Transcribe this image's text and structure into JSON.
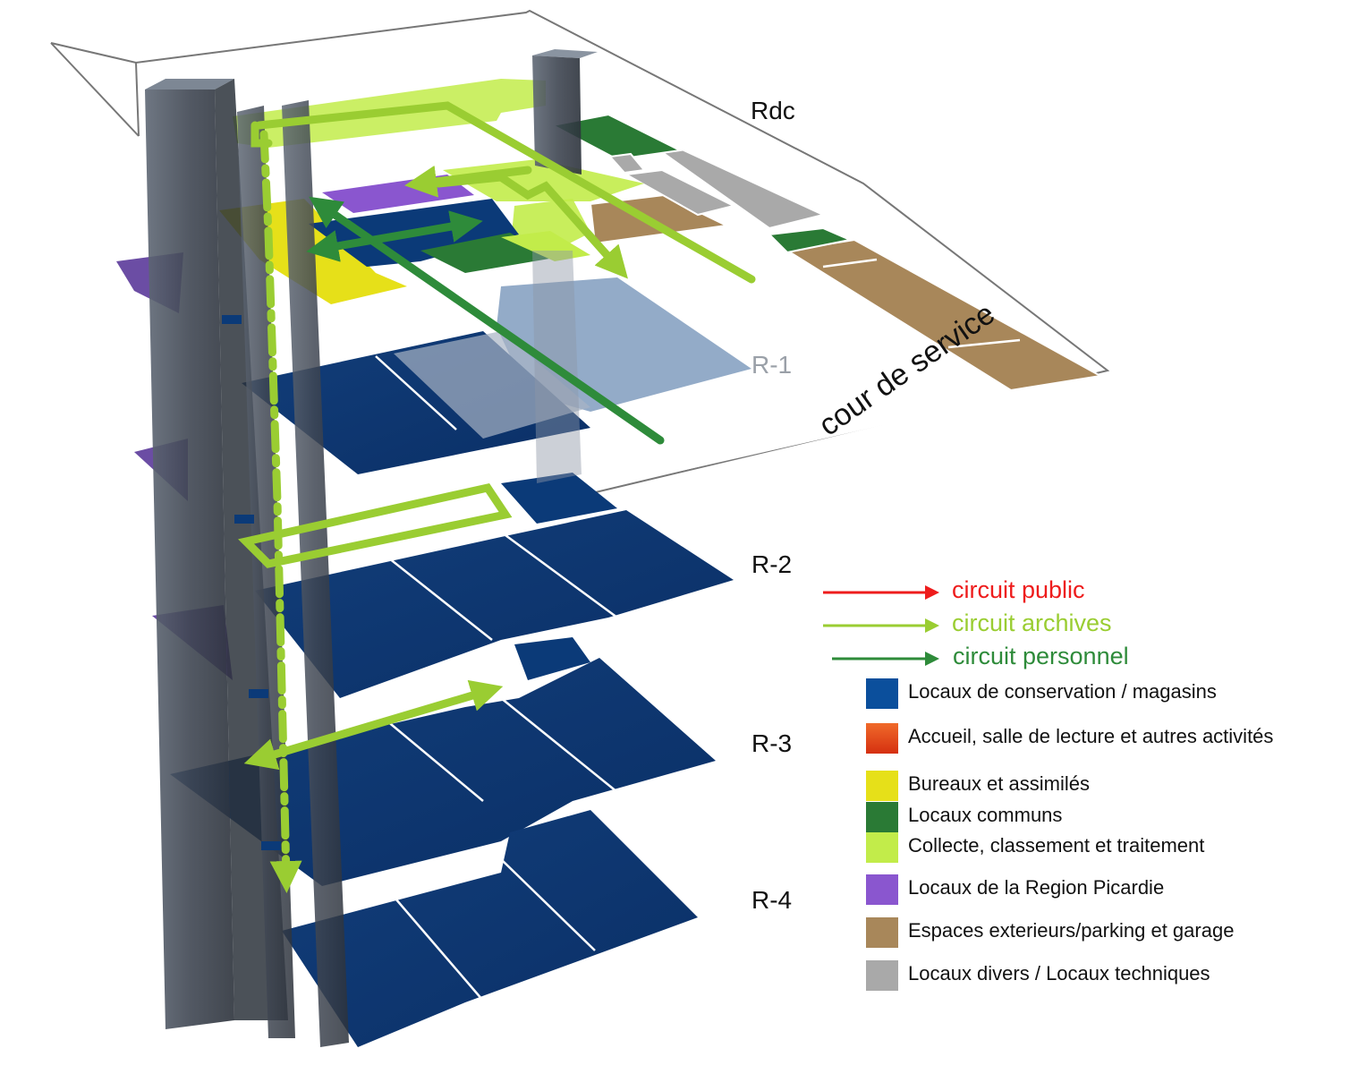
{
  "floors": {
    "rdc": "Rdc",
    "r1": "R-1",
    "r2": "R-2",
    "r3": "R-3",
    "r4": "R-4"
  },
  "annotation": "cour de service",
  "circuits": [
    {
      "label": "circuit public",
      "color": "#ee1c1c"
    },
    {
      "label": "circuit archives",
      "color": "#9acd32"
    },
    {
      "label": "circuit personnel",
      "color": "#2e8b3a"
    }
  ],
  "legend": [
    {
      "label": "Locaux de conservation / magasins",
      "color": "#0b4f9c"
    },
    {
      "label": "Accueil, salle de lecture et autres activités",
      "color": "#e0441b"
    },
    {
      "label": "Bureaux et assimilés",
      "color": "#e6e019"
    },
    {
      "label": "Locaux communs",
      "color": "#2a7a35"
    },
    {
      "label": "Collecte, classement et traitement",
      "color": "#c2ec4a"
    },
    {
      "label": "Locaux de la Region Picardie",
      "color": "#8a56cf"
    },
    {
      "label": "Espaces exterieurs/parking et garage",
      "color": "#a8875a"
    },
    {
      "label": "Locaux divers / Locaux techniques",
      "color": "#a9a9a9"
    }
  ]
}
